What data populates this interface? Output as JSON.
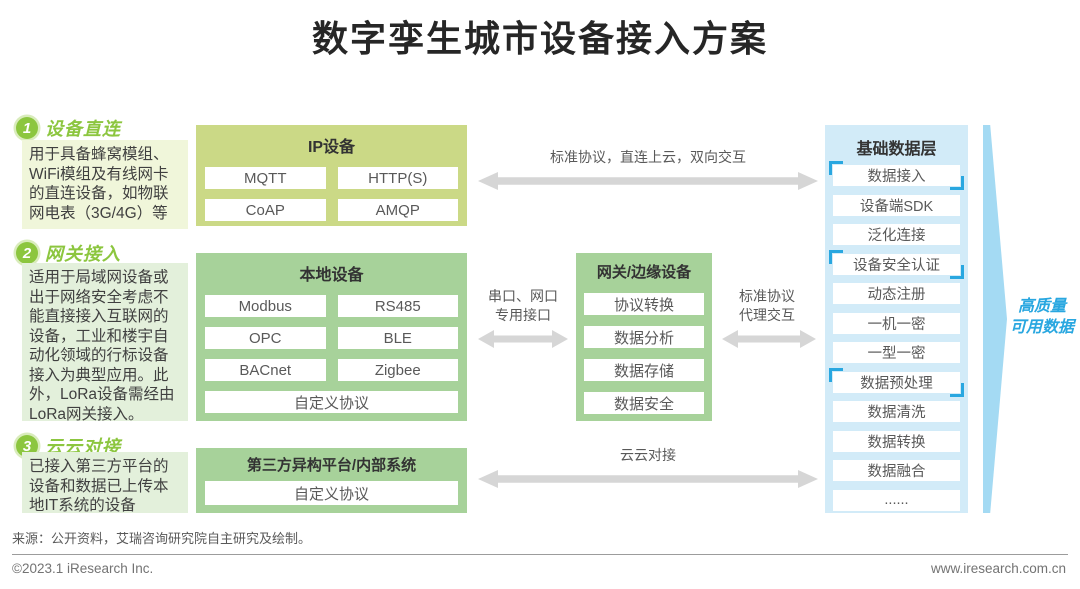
{
  "title": "数字孪生城市设备接入方案",
  "sections": [
    {
      "num": "1",
      "label": "设备直连",
      "desc": "用于具备蜂窝模组、WiFi模组及有线网卡的直连设备，如物联网电表（3G/4G）等"
    },
    {
      "num": "2",
      "label": "网关接入",
      "desc": "适用于局域网设备或出于网络安全考虑不能直接接入互联网的设备，工业和楼宇自动化领域的行标设备接入为典型应用。此外，LoRa设备需经由LoRa网关接入。"
    },
    {
      "num": "3",
      "label": "云云对接",
      "desc": "已接入第三方平台的设备和数据已上传本地IT系统的设备"
    }
  ],
  "boxes": {
    "ip": {
      "title": "IP设备",
      "items": [
        "MQTT",
        "HTTP(S)",
        "CoAP",
        "AMQP"
      ]
    },
    "local": {
      "title": "本地设备",
      "items": [
        "Modbus",
        "RS485",
        "OPC",
        "BLE",
        "BACnet",
        "Zigbee"
      ],
      "full_item": "自定义协议"
    },
    "gateway": {
      "title": "网关/边缘设备",
      "items": [
        "协议转换",
        "数据分析",
        "数据存储",
        "数据安全"
      ]
    },
    "third_party": {
      "title": "第三方异构平台/内部系统",
      "item": "自定义协议"
    },
    "data_layer": {
      "title": "基础数据层",
      "items": [
        "数据接入",
        "设备端SDK",
        "泛化连接",
        "设备安全认证",
        "动态注册",
        "一机一密",
        "一型一密",
        "数据预处理",
        "数据清洗",
        "数据转换",
        "数据融合",
        "......"
      ]
    }
  },
  "arrows": {
    "top_label": "标准协议，直连上云，双向交互",
    "serial_label_line1": "串口、网口",
    "serial_label_line2": "专用接口",
    "proxy_label_line1": "标准协议",
    "proxy_label_line2": "代理交互",
    "bottom_label": "云云对接"
  },
  "result": {
    "line1": "高质量",
    "line2": "可用数据"
  },
  "footer": {
    "source": "来源：公开资料，艾瑞咨询研究院自主研究及绘制。",
    "copyright": "©2023.1 iResearch Inc.",
    "website": "www.iresearch.com.cn"
  },
  "colors": {
    "accent_green": "#8cc63f",
    "accent_blue": "#29a7e0",
    "olive_box_bg": "#cbd986",
    "green_box_bg": "#a7d29a",
    "desc_yellow_bg": "#f0f6da",
    "desc_green_bg": "#e3f0db",
    "blue_box_bg": "#d2ebf8",
    "triangle_blue": "#a4daf3",
    "arrow_gray": "#d6d6d6"
  }
}
